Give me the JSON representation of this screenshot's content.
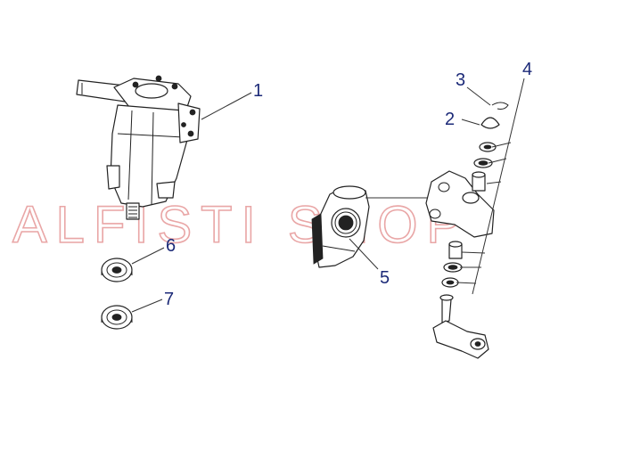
{
  "watermark": "ALFISTI SHOP",
  "callouts": {
    "c1": "1",
    "c2": "2",
    "c3": "3",
    "c4": "4",
    "c5": "5",
    "c6": "6",
    "c7": "7"
  },
  "colors": {
    "callout_text": "#1c2a78",
    "watermark": "#e9a6a6",
    "line_art": "#222222"
  }
}
